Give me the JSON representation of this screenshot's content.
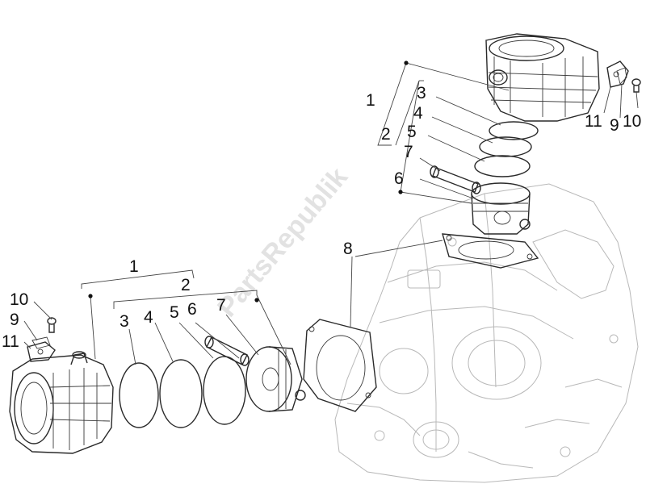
{
  "watermark": "PartsRepublik",
  "labels": {
    "rear_1": "1",
    "rear_2": "2",
    "rear_3": "3",
    "rear_4": "4",
    "rear_5": "5",
    "rear_7": "7",
    "rear_6": "6",
    "rear_8": "8",
    "rear_11": "11",
    "rear_9": "9",
    "rear_10": "10",
    "front_1": "1",
    "front_2": "2",
    "front_3": "3",
    "front_4": "4",
    "front_5": "5",
    "front_6": "6",
    "front_7": "7",
    "front_10": "10",
    "front_9": "9",
    "front_11": "11"
  },
  "colors": {
    "ink": "#111111",
    "engine_outline": "#b8b8b8",
    "watermark": "#e2e2e2"
  }
}
